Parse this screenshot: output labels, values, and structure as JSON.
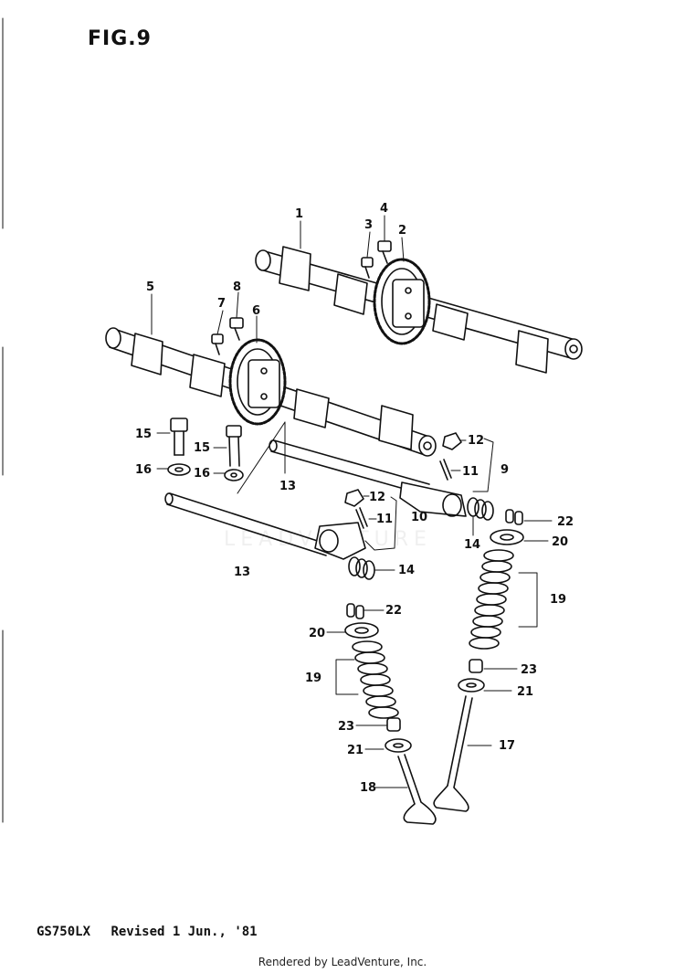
{
  "figure": {
    "title": "FIG.9",
    "model": "GS750LX",
    "revision": "Revised 1 Jun., '81",
    "credit": "Rendered by LeadVenture, Inc.",
    "watermark": "LEADVENTURE"
  },
  "callouts": {
    "c1": "1",
    "c2": "2",
    "c3": "3",
    "c4": "4",
    "c5": "5",
    "c6": "6",
    "c7": "7",
    "c8": "8",
    "c9": "9",
    "c10": "10",
    "c11a": "11",
    "c11b": "11",
    "c12a": "12",
    "c12b": "12",
    "c13a": "13",
    "c13b": "13",
    "c14a": "14",
    "c14b": "14",
    "c15a": "15",
    "c15b": "15",
    "c16a": "16",
    "c16b": "16",
    "c17": "17",
    "c18": "18",
    "c19a": "19",
    "c19b": "19",
    "c20a": "20",
    "c20b": "20",
    "c21a": "21",
    "c21b": "21",
    "c22a": "22",
    "c22b": "22",
    "c23a": "23",
    "c23b": "23"
  }
}
